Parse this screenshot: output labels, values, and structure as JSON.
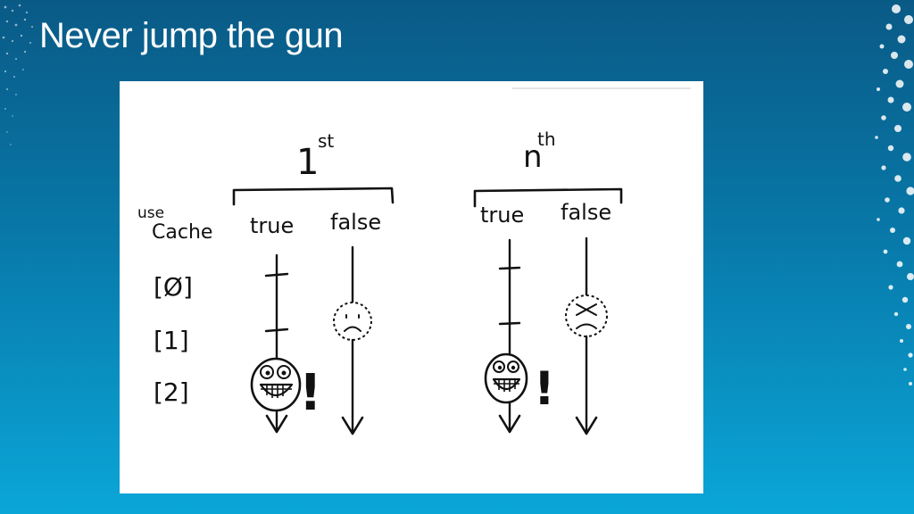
{
  "slide": {
    "title": "Never jump the gun"
  },
  "diagram": {
    "row_header": {
      "line1": "use",
      "line2": "Cache"
    },
    "rows": [
      "[Ø]",
      "[1]",
      "[2]"
    ],
    "groups": [
      {
        "name": "1",
        "superscript": "st",
        "columns": [
          {
            "label": "true",
            "face": "grinning",
            "exclamation": "!"
          },
          {
            "label": "false",
            "face": "frowning-dotted"
          }
        ]
      },
      {
        "name": "n",
        "superscript": "th",
        "columns": [
          {
            "label": "true",
            "face": "grinning",
            "exclamation": "!"
          },
          {
            "label": "false",
            "face": "dead-dotted"
          }
        ]
      }
    ]
  },
  "colors": {
    "background_top": "#0a5a86",
    "background_bottom": "#0aa6d8",
    "ink": "#111111",
    "panel": "#ffffff"
  }
}
